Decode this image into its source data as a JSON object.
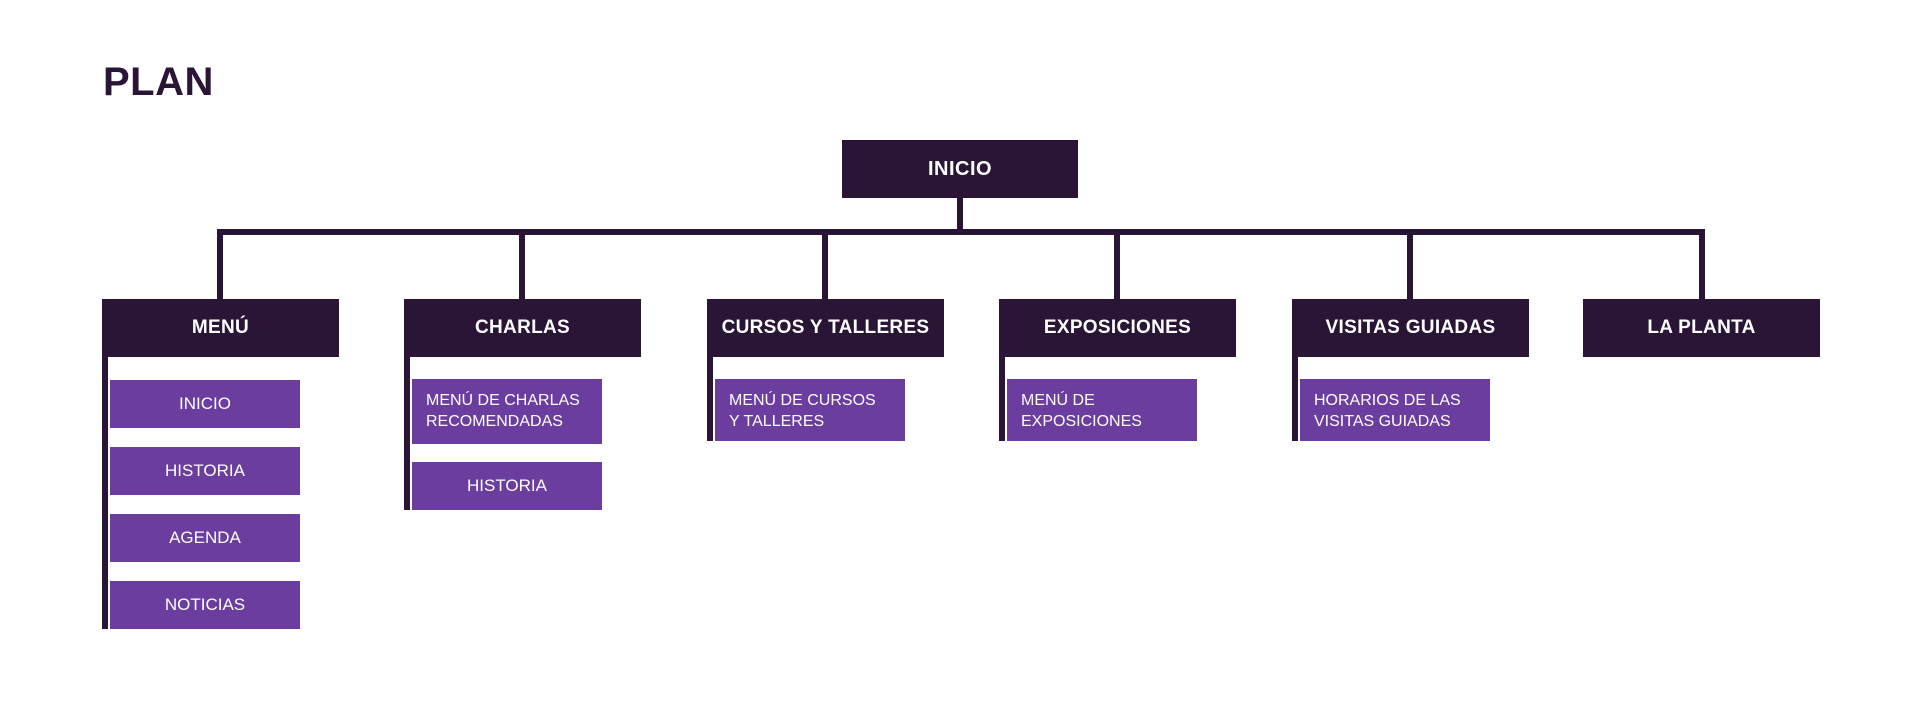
{
  "title": "PLAN",
  "colors": {
    "dark": "#2a1537",
    "purple": "#6a3d9e",
    "background": "#ffffff",
    "text_light": "#ffffff"
  },
  "root": {
    "label": "INICIO"
  },
  "columns": [
    {
      "label": "MENÚ",
      "children": [
        {
          "label": "INICIO"
        },
        {
          "label": "HISTORIA"
        },
        {
          "label": "AGENDA"
        },
        {
          "label": "NOTICIAS"
        }
      ]
    },
    {
      "label": "CHARLAS",
      "children": [
        {
          "label": "MENÚ DE CHARLAS\nRECOMENDADAS"
        },
        {
          "label": "HISTORIA"
        }
      ]
    },
    {
      "label": "CURSOS Y TALLERES",
      "children": [
        {
          "label": "MENÚ DE CURSOS\nY TALLERES"
        }
      ]
    },
    {
      "label": "EXPOSICIONES",
      "children": [
        {
          "label": "MENÚ DE\nEXPOSICIONES"
        }
      ]
    },
    {
      "label": "VISITAS GUIADAS",
      "children": [
        {
          "label": "HORARIOS DE LAS\nVISITAS GUIADAS"
        }
      ]
    },
    {
      "label": "LA PLANTA",
      "children": []
    }
  ]
}
